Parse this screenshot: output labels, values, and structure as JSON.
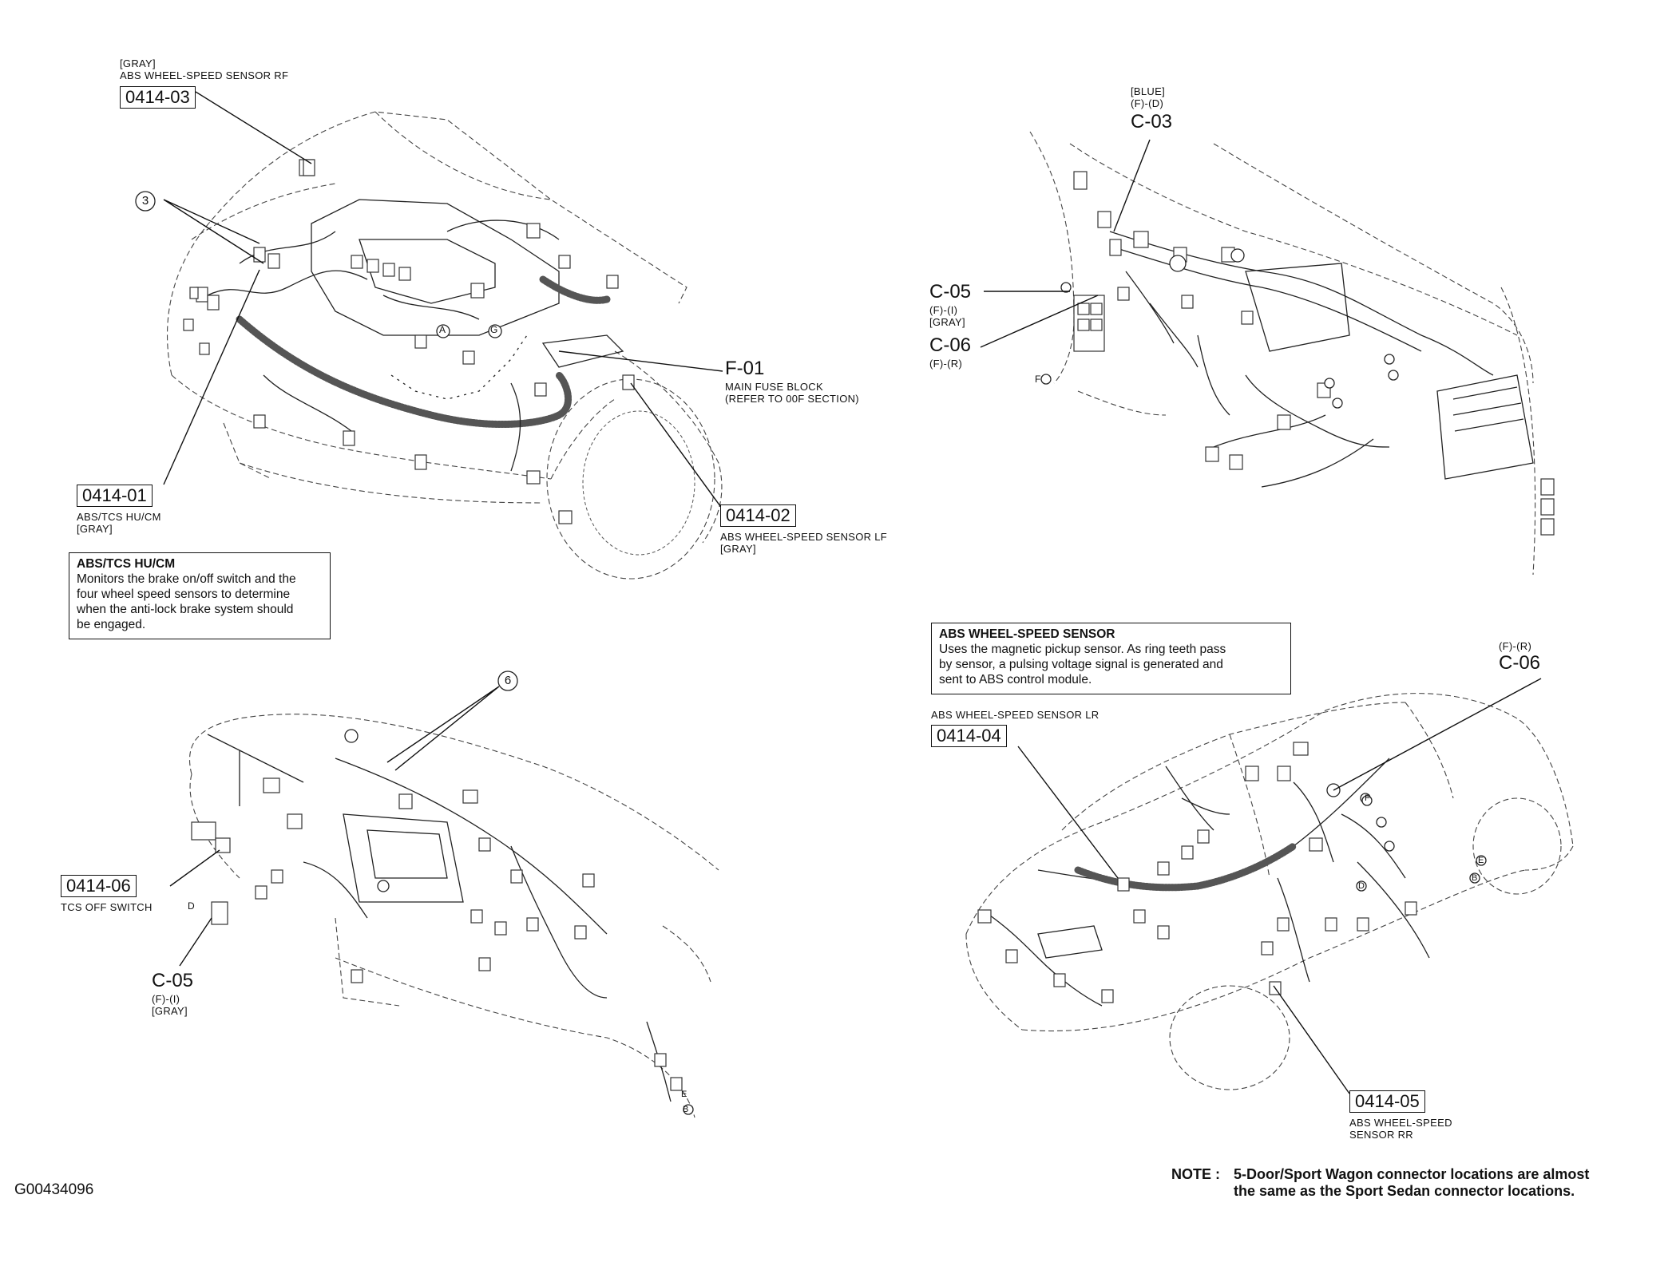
{
  "image_id": "G00434096",
  "engine_view": {
    "sensor_rf": {
      "color": "[GRAY]",
      "label": "ABS WHEEL-SPEED SENSOR RF",
      "code": "0414-03"
    },
    "callout_3": "3",
    "hucm": {
      "code": "0414-01",
      "label": "ABS/TCS HU/CM",
      "color": "[GRAY]"
    },
    "fuse_block": {
      "code": "F-01",
      "label": "MAIN FUSE BLOCK",
      "note": "(REFER TO 00F SECTION)"
    },
    "sensor_lf": {
      "code": "0414-02",
      "label": "ABS WHEEL-SPEED SENSOR LF",
      "color": "[GRAY]"
    },
    "marker_a": "A",
    "marker_g": "G"
  },
  "info_hucm": {
    "title": "ABS/TCS HU/CM",
    "lines": [
      "Monitors the brake on/off switch and the",
      "four wheel speed sensors to determine",
      "when the anti-lock brake system should",
      "be engaged."
    ]
  },
  "dash_view_top": {
    "c03": {
      "color": "[BLUE]",
      "pos": "(F)-(D)",
      "code": "C-03"
    },
    "c05": {
      "code": "C-05",
      "pos": "(F)-(I)",
      "color": "[GRAY]"
    },
    "c06": {
      "code": "C-06",
      "pos": "(F)-(R)"
    },
    "marker_f": "F"
  },
  "dash_view_bottom": {
    "callout_6": "6",
    "tcs": {
      "code": "0414-06",
      "label": "TCS OFF SWITCH"
    },
    "c05": {
      "code": "C-05",
      "pos": "(F)-(I)",
      "color": "[GRAY]"
    },
    "marker_d": "D",
    "marker_e": "E",
    "marker_b": "B"
  },
  "info_sensor": {
    "title": "ABS WHEEL-SPEED SENSOR",
    "lines": [
      "Uses the magnetic pickup sensor. As ring teeth pass",
      "by sensor, a pulsing voltage signal is generated and",
      "sent to ABS control module."
    ]
  },
  "body_view": {
    "c06": {
      "pos": "(F)-(R)",
      "code": "C-06"
    },
    "sensor_lr": {
      "label": "ABS WHEEL-SPEED SENSOR LR",
      "code": "0414-04"
    },
    "sensor_rr": {
      "code": "0414-05",
      "label_1": "ABS WHEEL-SPEED",
      "label_2": "SENSOR RR"
    },
    "marker_f": "F",
    "marker_e": "E",
    "marker_b": "B",
    "marker_d": "D"
  },
  "note": {
    "prefix": "NOTE :",
    "line_1": "5-Door/Sport Wagon connector locations are almost",
    "line_2": "the same as the Sport Sedan connector locations."
  }
}
